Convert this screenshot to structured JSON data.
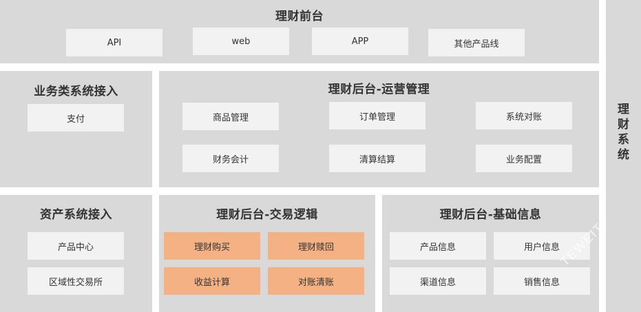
{
  "top": {
    "title": "理财前台",
    "items": [
      "API",
      "web",
      "APP",
      "其他产品线"
    ]
  },
  "business": {
    "title": "业务类系统接入",
    "items": [
      "支付"
    ]
  },
  "operations": {
    "title": "理财后台-运营管理",
    "items": [
      "商品管理",
      "订单管理",
      "系统对账",
      "财务会计",
      "清算结算",
      "业务配置"
    ]
  },
  "assets": {
    "title": "资产系统接入",
    "items": [
      "产品中心",
      "区域性交易所"
    ]
  },
  "trading": {
    "title": "理财后台-交易逻辑",
    "items": [
      "理财购买",
      "理财赎回",
      "收益计算",
      "对账清账"
    ]
  },
  "basic": {
    "title": "理财后台-基础信息",
    "items": [
      "产品信息",
      "用户信息",
      "渠道信息",
      "销售信息"
    ]
  },
  "side": {
    "chars": [
      "理",
      "财",
      "系",
      "统"
    ]
  },
  "watermark": "TEWEIT",
  "colors": {
    "panel": "#d9d9d9",
    "box": "#f2f2f2",
    "highlight": "#f4b183"
  }
}
